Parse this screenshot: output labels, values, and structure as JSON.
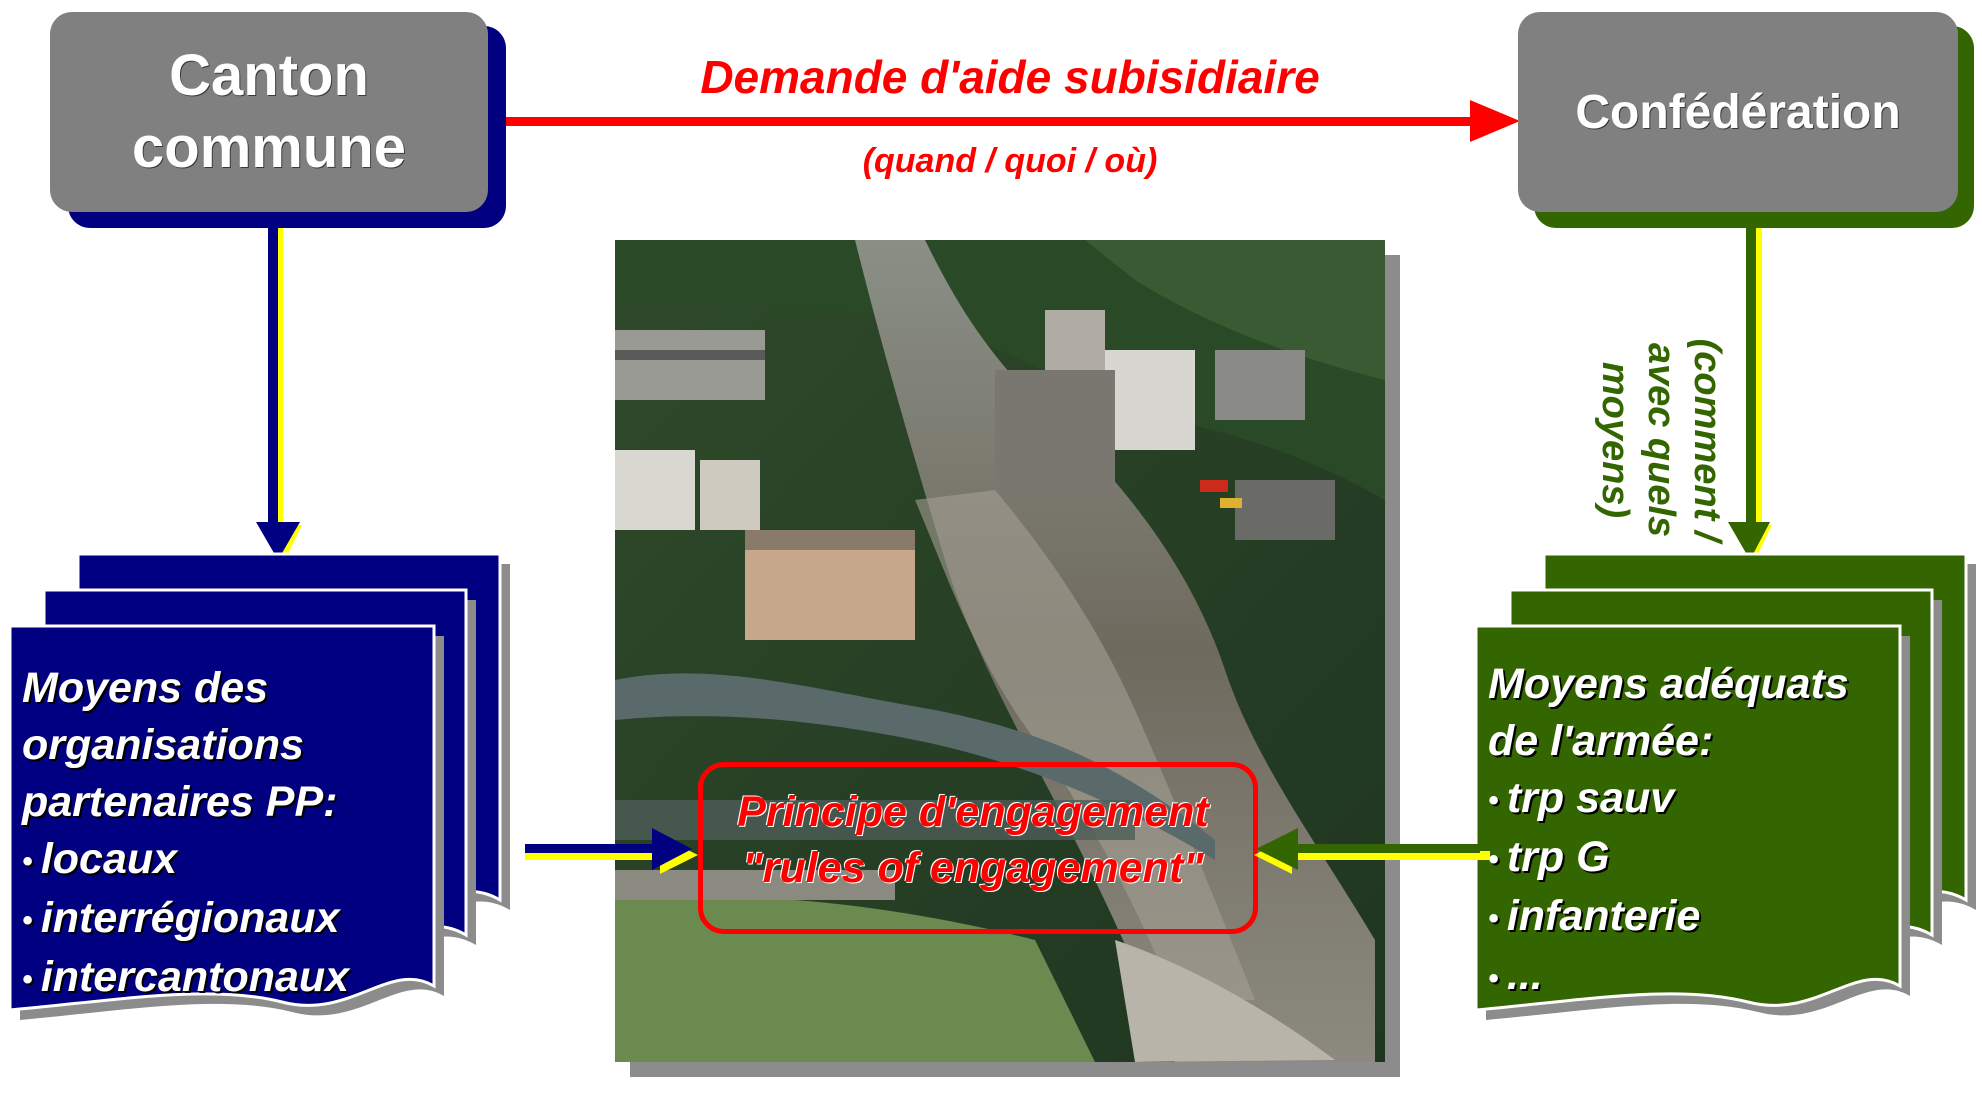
{
  "canton": {
    "line1": "Canton",
    "line2": "commune"
  },
  "confederation": {
    "label": "Confédération"
  },
  "request": {
    "title": "Demande d'aide subisidiaire",
    "subtitle": "(quand / quoi / où)"
  },
  "confed_annotation": {
    "line1": "(comment /",
    "line2": "avec quels",
    "line3": "moyens)"
  },
  "left_doc": {
    "heading_lines": [
      "Moyens des",
      "organisations",
      "partenaires PP:"
    ],
    "items": [
      "locaux",
      "interrégionaux",
      "intercantonaux"
    ]
  },
  "right_doc": {
    "heading_lines": [
      "Moyens adéquats",
      "de l'armée:"
    ],
    "items": [
      "trp sauv",
      "trp G",
      "infanterie",
      "..."
    ]
  },
  "engagement": {
    "line1": "Principe d'engagement",
    "line2": "\"rules of engagement\""
  },
  "colors": {
    "grey_box": "#808080",
    "blue": "#000080",
    "green": "#336600",
    "red": "#ff0000",
    "yellow": "#ffff00"
  },
  "icons": [
    "arrow-right",
    "arrow-down",
    "arrow-left",
    "document-stack"
  ]
}
